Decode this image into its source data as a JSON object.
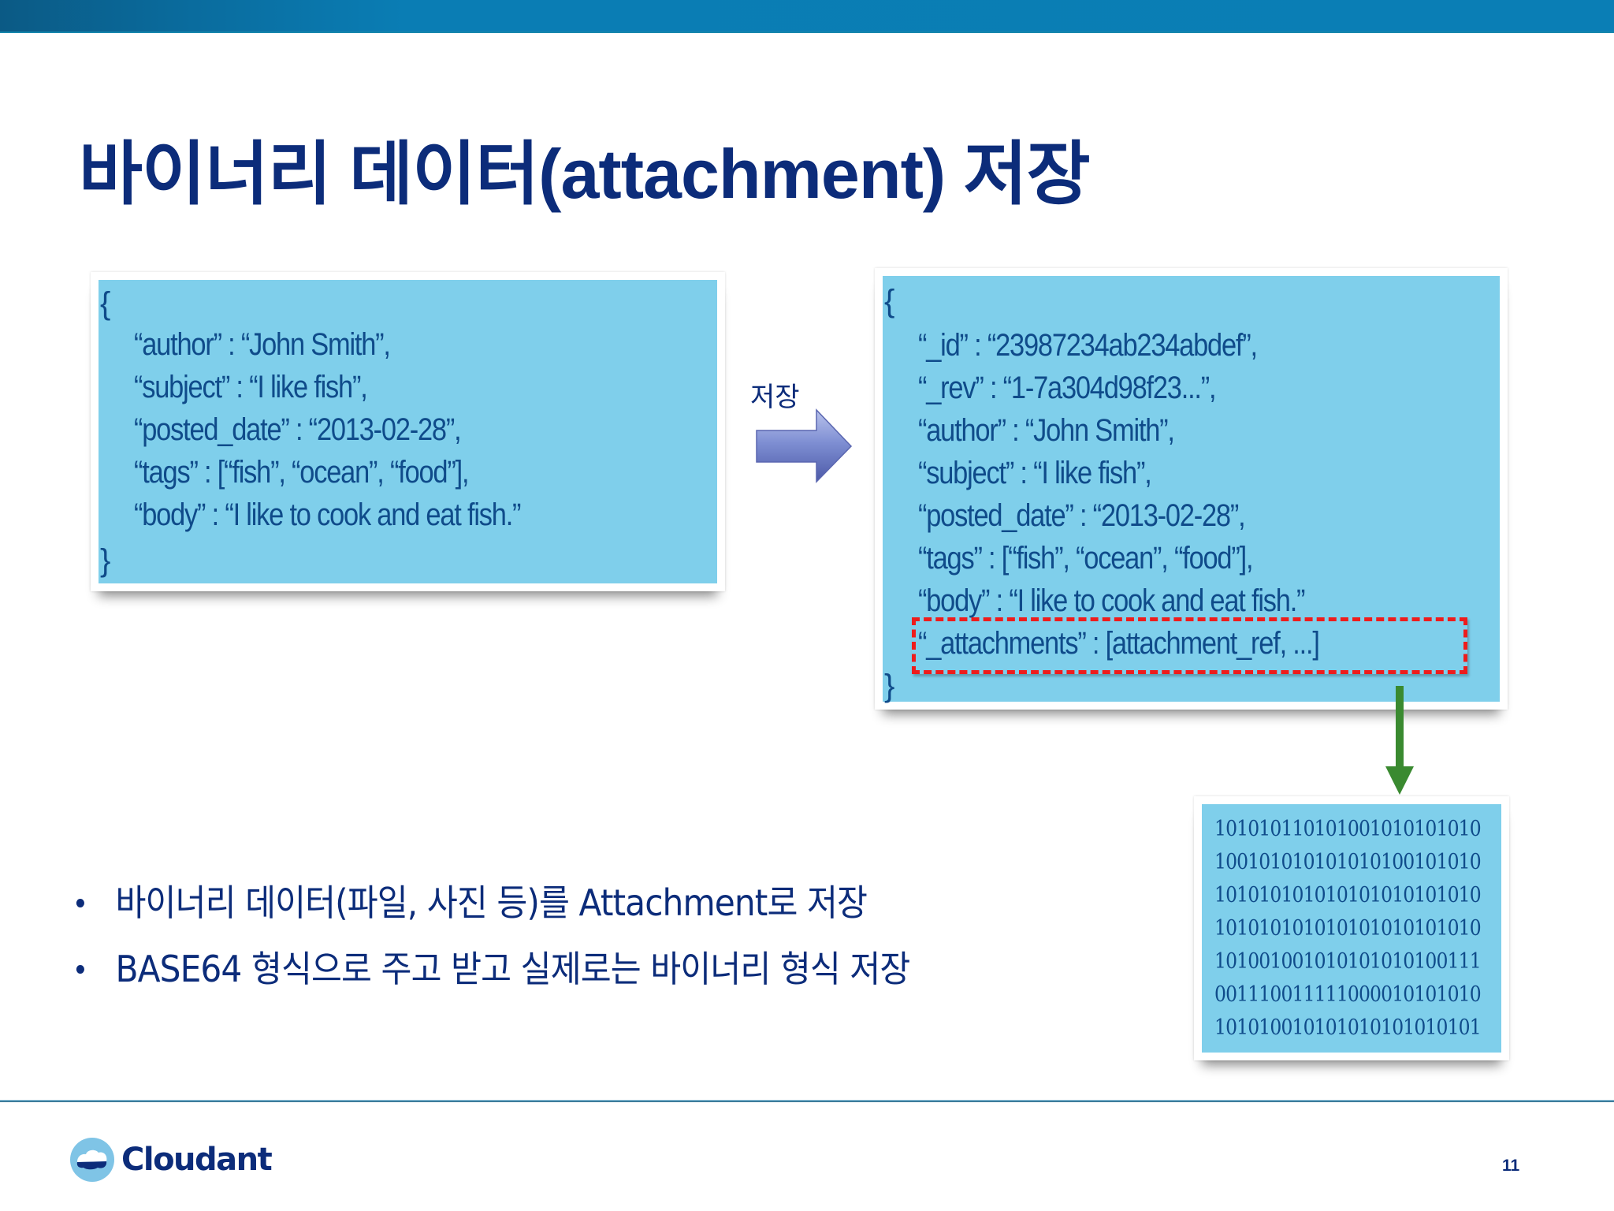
{
  "slide": {
    "title": "바이너리 데이터(attachment) 저장",
    "page_number": "11"
  },
  "left_card": {
    "open_brace": "{",
    "close_brace": "}",
    "lines": [
      "“author” : “John Smith”,",
      "“subject” : “I like fish”,",
      "“posted_date” : “2013-02-28”,",
      "“tags” : [“fish”, “ocean”, “food”],",
      "“body” : “I like to cook and eat fish.”"
    ]
  },
  "transition": {
    "label": "저장",
    "arrow_icon": "right-arrow-icon"
  },
  "right_card": {
    "open_brace": "{",
    "close_brace": "}",
    "lines": [
      "“_id” : “23987234ab234abdef”,",
      "“_rev” : “1-7a304d98f23...”,",
      "“author” : “John Smith”,",
      "“subject” : “I like fish”,",
      "“posted_date” : “2013-02-28”,",
      "“tags” : [“fish”, “ocean”, “food”],",
      "“body” : “I like to cook and eat fish.”",
      "“_attachments” : [attachment_ref, ...]"
    ],
    "highlight_color": "#ee1c1c"
  },
  "binary_card": {
    "lines": [
      "101010110101001010101010",
      "100101010101010100101010",
      "101010101010101010101010",
      "101010101010101010101010",
      "101001001010101010100111",
      "001110011111000010101010",
      "101010010101010101010101"
    ],
    "arrow_color": "#3a8a30"
  },
  "bullets": [
    "바이너리 데이터(파일, 사진 등)를 Attachment로 저장",
    "BASE64 형식으로 주고 받고 실제로는 바이너리 형식 저장"
  ],
  "footer": {
    "logo_text": "Cloudant"
  },
  "colors": {
    "header_bar": "#0a7eb5",
    "title": "#0c2c7a",
    "card_fill": "#7fcfeb",
    "code_text": "#0f4b8a"
  }
}
